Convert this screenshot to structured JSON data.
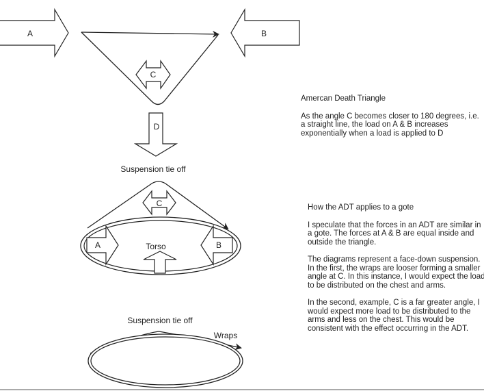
{
  "diagram": {
    "labels": {
      "a_top": "A",
      "b_top": "B",
      "c_top": "C",
      "d_top": "D",
      "tie_off_1": "Suspension tie off",
      "c_mid": "C",
      "a_mid": "A",
      "b_mid": "B",
      "torso": "Torso",
      "tie_off_2": "Suspension tie off",
      "wraps": "Wraps"
    }
  },
  "adt_text": {
    "title": "Amercan Death Triangle",
    "body": "As the angle C becomes closer to 180 degrees, i.e. a straight line, the load on A & B increases exponentially when a load is applied to D"
  },
  "gote_text": {
    "title": "How the ADT applies to a gote",
    "p1": "I speculate that the forces in an ADT are similar in a gote. The forces at A & B are equal inside and outside the triangle.",
    "p2": "The diagrams represent a face-down suspension. In the first, the wraps are looser forming a smaller angle at C. In this instance, I would expect the load to be distributed on the chest and arms.",
    "p3": "In the second, example, C is a far greater angle, I would expect more load to be distributed to the arms and less on the chest. This would be consistent with the effect occurring in the ADT."
  },
  "colors": {
    "stroke": "#222222",
    "background": "#ffffff"
  }
}
